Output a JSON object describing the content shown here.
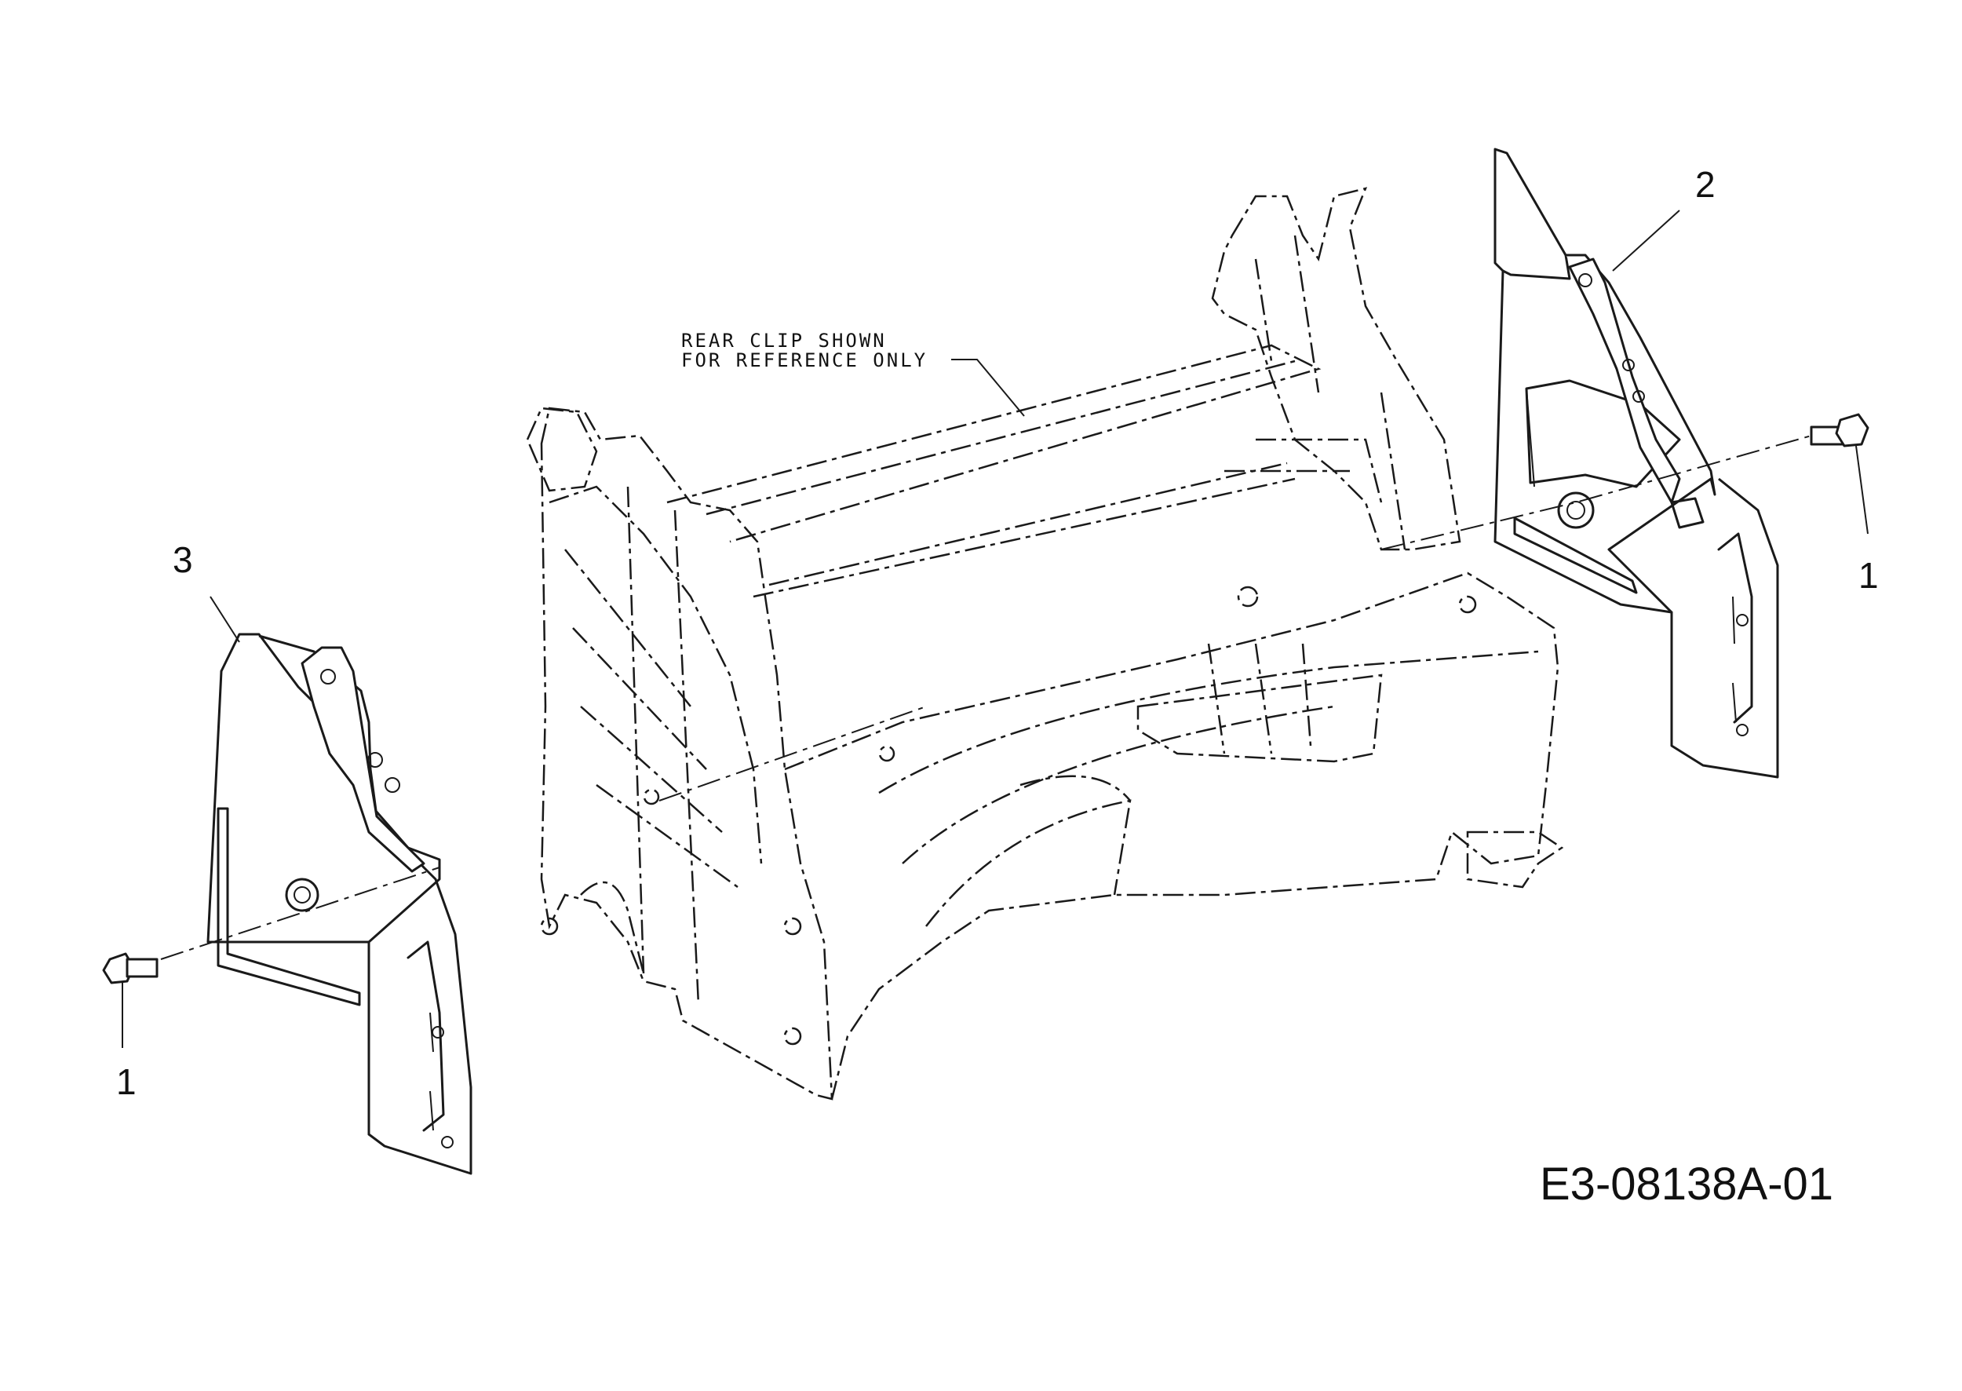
{
  "diagram": {
    "callouts": [
      "1",
      "2",
      "3",
      "1"
    ],
    "note_lines": [
      "REAR CLIP SHOWN",
      "FOR REFERENCE ONLY"
    ],
    "drawing_id": "E3-08138A-01"
  }
}
